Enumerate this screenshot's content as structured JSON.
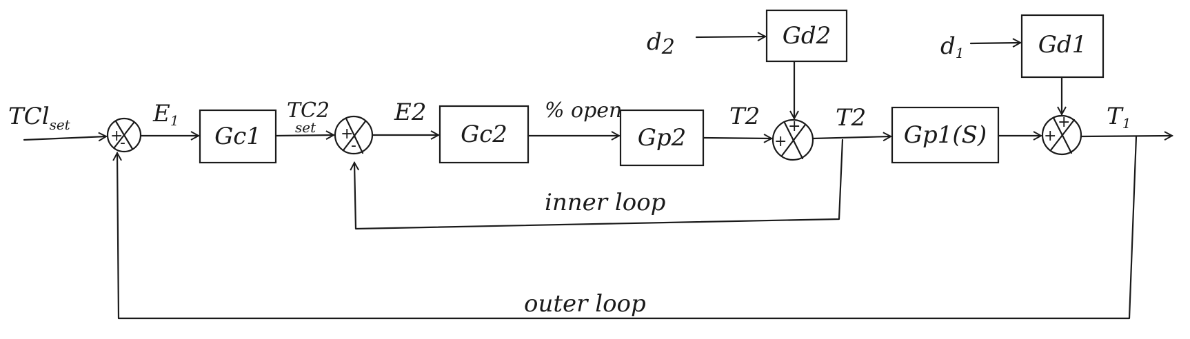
{
  "signals": {
    "setpoint": "TCl",
    "setpoint_sub": "set",
    "e1": "E",
    "e1_sub": "1",
    "tc2set": "TC2",
    "tc2set_sub": "set",
    "e2": "E2",
    "open": "% open",
    "t2a": "T2",
    "t2b": "T2",
    "t1": "T",
    "t1_sub": "1",
    "d2": "d",
    "d2_sub": "2",
    "d1": "d",
    "d1_sub": "1"
  },
  "blocks": {
    "gc1": "Gc1",
    "gc2": "Gc2",
    "gp2": "Gp2",
    "gd2": "Gd2",
    "gp1": "Gp1(S)",
    "gd1": "Gd1"
  },
  "sums": {
    "s1_top": "+",
    "s1_bottom": "-",
    "s2_top": "+",
    "s2_bottom": "-",
    "s3_top": "+",
    "s3_left": "+",
    "s4_top": "+",
    "s4_left": "+"
  },
  "loops": {
    "inner": "inner loop",
    "outer": "outer loop"
  }
}
